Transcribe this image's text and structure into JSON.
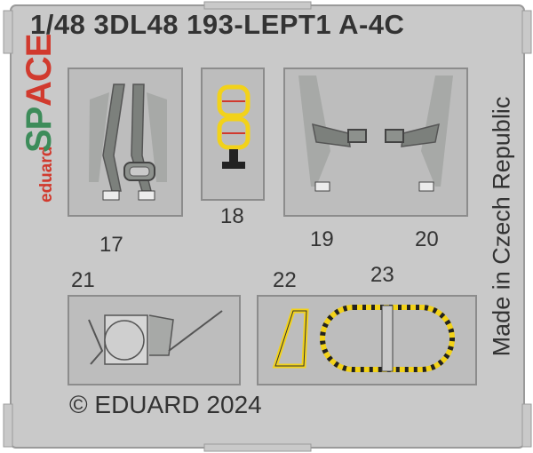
{
  "title": "1/48 3DL48 193-LEPT1 A-4C",
  "copyright": "© EDUARD 2024",
  "made_in": "Made in Czech Republic",
  "brand": {
    "eduard": "eduard",
    "sp": "SP",
    "ace": "ACE"
  },
  "parts": [
    "17",
    "18",
    "19",
    "20",
    "21",
    "22",
    "23"
  ],
  "colors": {
    "fret": "#c9c9c9",
    "fret_edge": "#9a9a9a",
    "etched_panel": "#bdbdbd",
    "strap": "#8a8f8a",
    "printed_yellow": "#f2d21a",
    "brand_red": "#d13a2e",
    "brand_green": "#3d8c5a"
  }
}
